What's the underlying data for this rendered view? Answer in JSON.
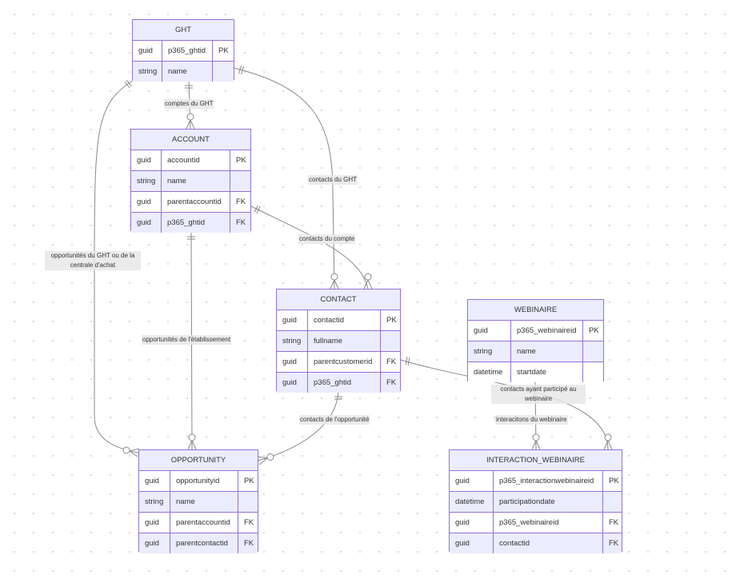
{
  "entities": {
    "ght": {
      "name": "GHT",
      "rows": [
        {
          "type": "guid",
          "field": "p365_ghtid",
          "key": "PK"
        },
        {
          "type": "string",
          "field": "name",
          "key": ""
        }
      ]
    },
    "account": {
      "name": "ACCOUNT",
      "rows": [
        {
          "type": "guid",
          "field": "accountid",
          "key": "PK"
        },
        {
          "type": "string",
          "field": "name",
          "key": ""
        },
        {
          "type": "guid",
          "field": "parentaccountid",
          "key": "FK"
        },
        {
          "type": "guid",
          "field": "p365_ghtid",
          "key": "FK"
        }
      ]
    },
    "contact": {
      "name": "CONTACT",
      "rows": [
        {
          "type": "guid",
          "field": "contactid",
          "key": "PK"
        },
        {
          "type": "string",
          "field": "fullname",
          "key": ""
        },
        {
          "type": "guid",
          "field": "parentcustomerid",
          "key": "FK"
        },
        {
          "type": "guid",
          "field": "p365_ghtid",
          "key": "FK"
        }
      ]
    },
    "webinaire": {
      "name": "WEBINAIRE",
      "rows": [
        {
          "type": "guid",
          "field": "p365_webinaireid",
          "key": "PK"
        },
        {
          "type": "string",
          "field": "name",
          "key": ""
        },
        {
          "type": "datetime",
          "field": "startdate",
          "key": ""
        }
      ]
    },
    "opportunity": {
      "name": "OPPORTUNITY",
      "rows": [
        {
          "type": "guid",
          "field": "opportunityid",
          "key": "PK"
        },
        {
          "type": "string",
          "field": "name",
          "key": ""
        },
        {
          "type": "guid",
          "field": "parentaccountid",
          "key": "FK"
        },
        {
          "type": "guid",
          "field": "parentcontactid",
          "key": "FK"
        }
      ]
    },
    "interaction": {
      "name": "INTERACTION_WEBINAIRE",
      "rows": [
        {
          "type": "guid",
          "field": "p365_interactionwebinaireid",
          "key": "PK"
        },
        {
          "type": "datetime",
          "field": "participationdate",
          "key": ""
        },
        {
          "type": "guid",
          "field": "p365_webinaireid",
          "key": "FK"
        },
        {
          "type": "guid",
          "field": "contactid",
          "key": "FK"
        }
      ]
    }
  },
  "relationships": {
    "ght_account": "comptes du GHT",
    "ght_contact": "contacts du GHT",
    "ght_opportunity": "opportunités du GHT ou de la centrale d'achat",
    "account_contact": "contacts du compte",
    "account_opportunity": "opportunités de l'établissement",
    "contact_opportunity": "contacts de l'opportunité",
    "contact_interaction": "contacts ayant participé au webinaire",
    "webinaire_interaction": "interacitons du webinaire"
  },
  "colors": {
    "entity_fill": "#ececff",
    "entity_border": "#9370db",
    "row_alt": "#ffffff",
    "edge": "#888888",
    "label_bg": "#e8e8e8"
  }
}
